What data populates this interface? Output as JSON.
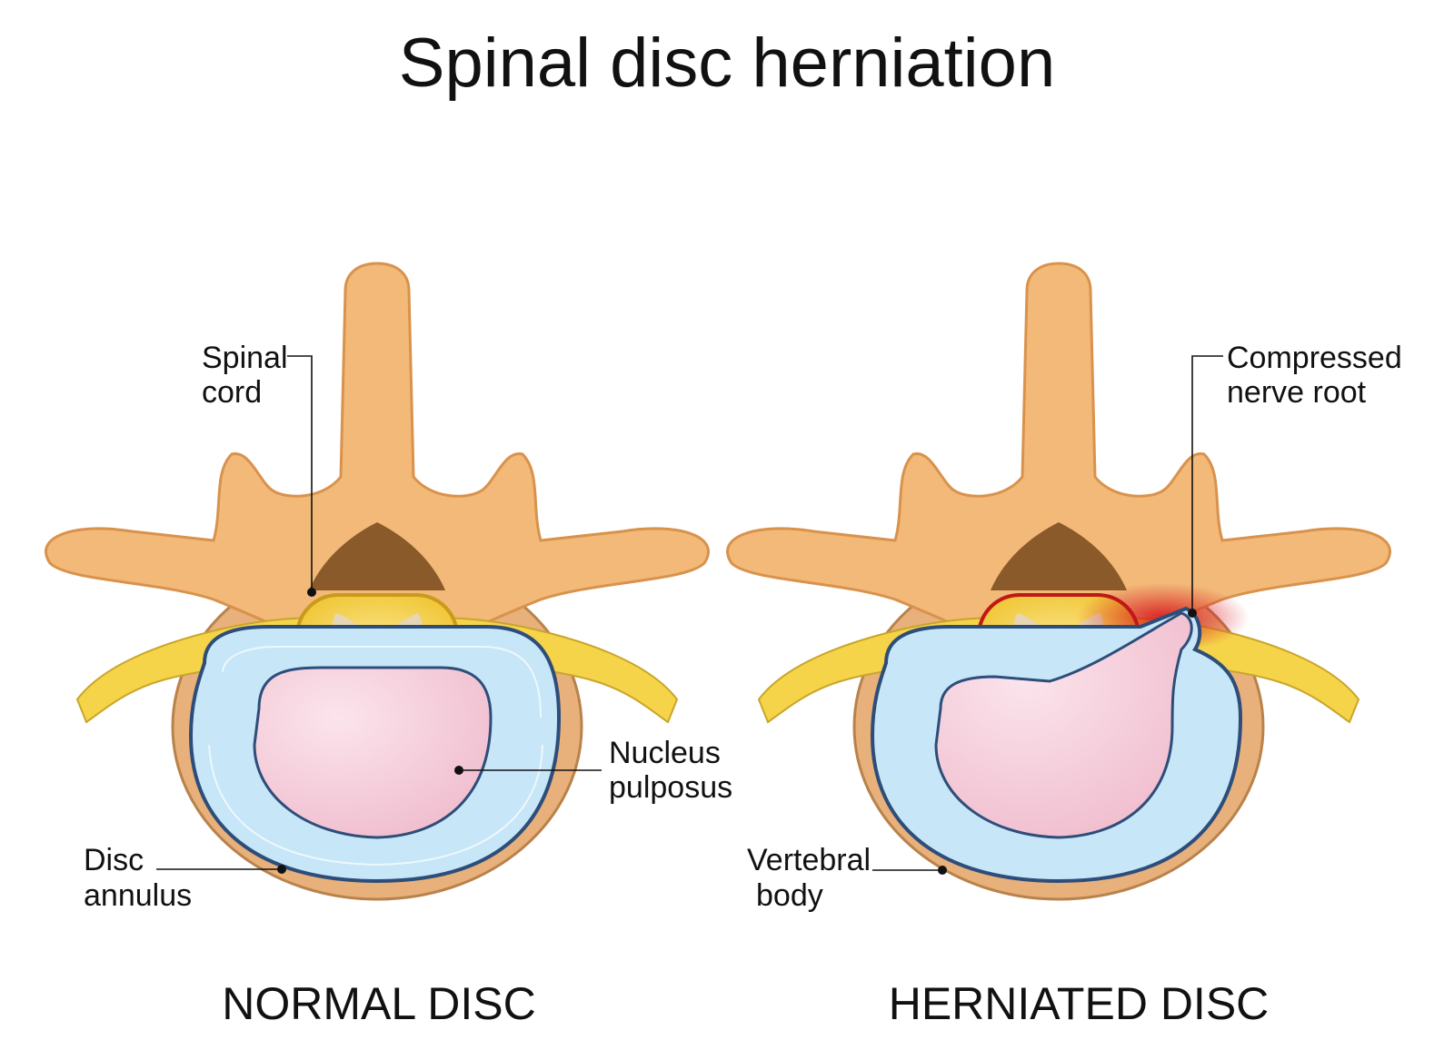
{
  "title": "Spinal disc herniation",
  "panels": {
    "normal": {
      "caption": "NORMAL DISC",
      "labels": {
        "spinal_cord": [
          "Spinal",
          "cord"
        ],
        "nucleus_pulposus": [
          "Nucleus",
          "pulposus"
        ],
        "disc_annulus": [
          "Disc",
          "annulus"
        ]
      }
    },
    "herniated": {
      "caption": "HERNIATED DISC",
      "labels": {
        "compressed_nerve_root": [
          "Compressed",
          "nerve root"
        ],
        "vertebral_body": [
          "Vertebral",
          "body"
        ]
      }
    }
  },
  "colors": {
    "bone": "#f2b978",
    "bone_shadow": "#d9924c",
    "nerve": "#f5d44a",
    "annulus": "#c7e6f7",
    "annulus_rim": "#2d4d7a",
    "nucleus": "#f3c6d4",
    "vertebral_body": "#e8b07a",
    "inflammation": "#d8141c",
    "gray_matter": "#e6d6b4"
  }
}
